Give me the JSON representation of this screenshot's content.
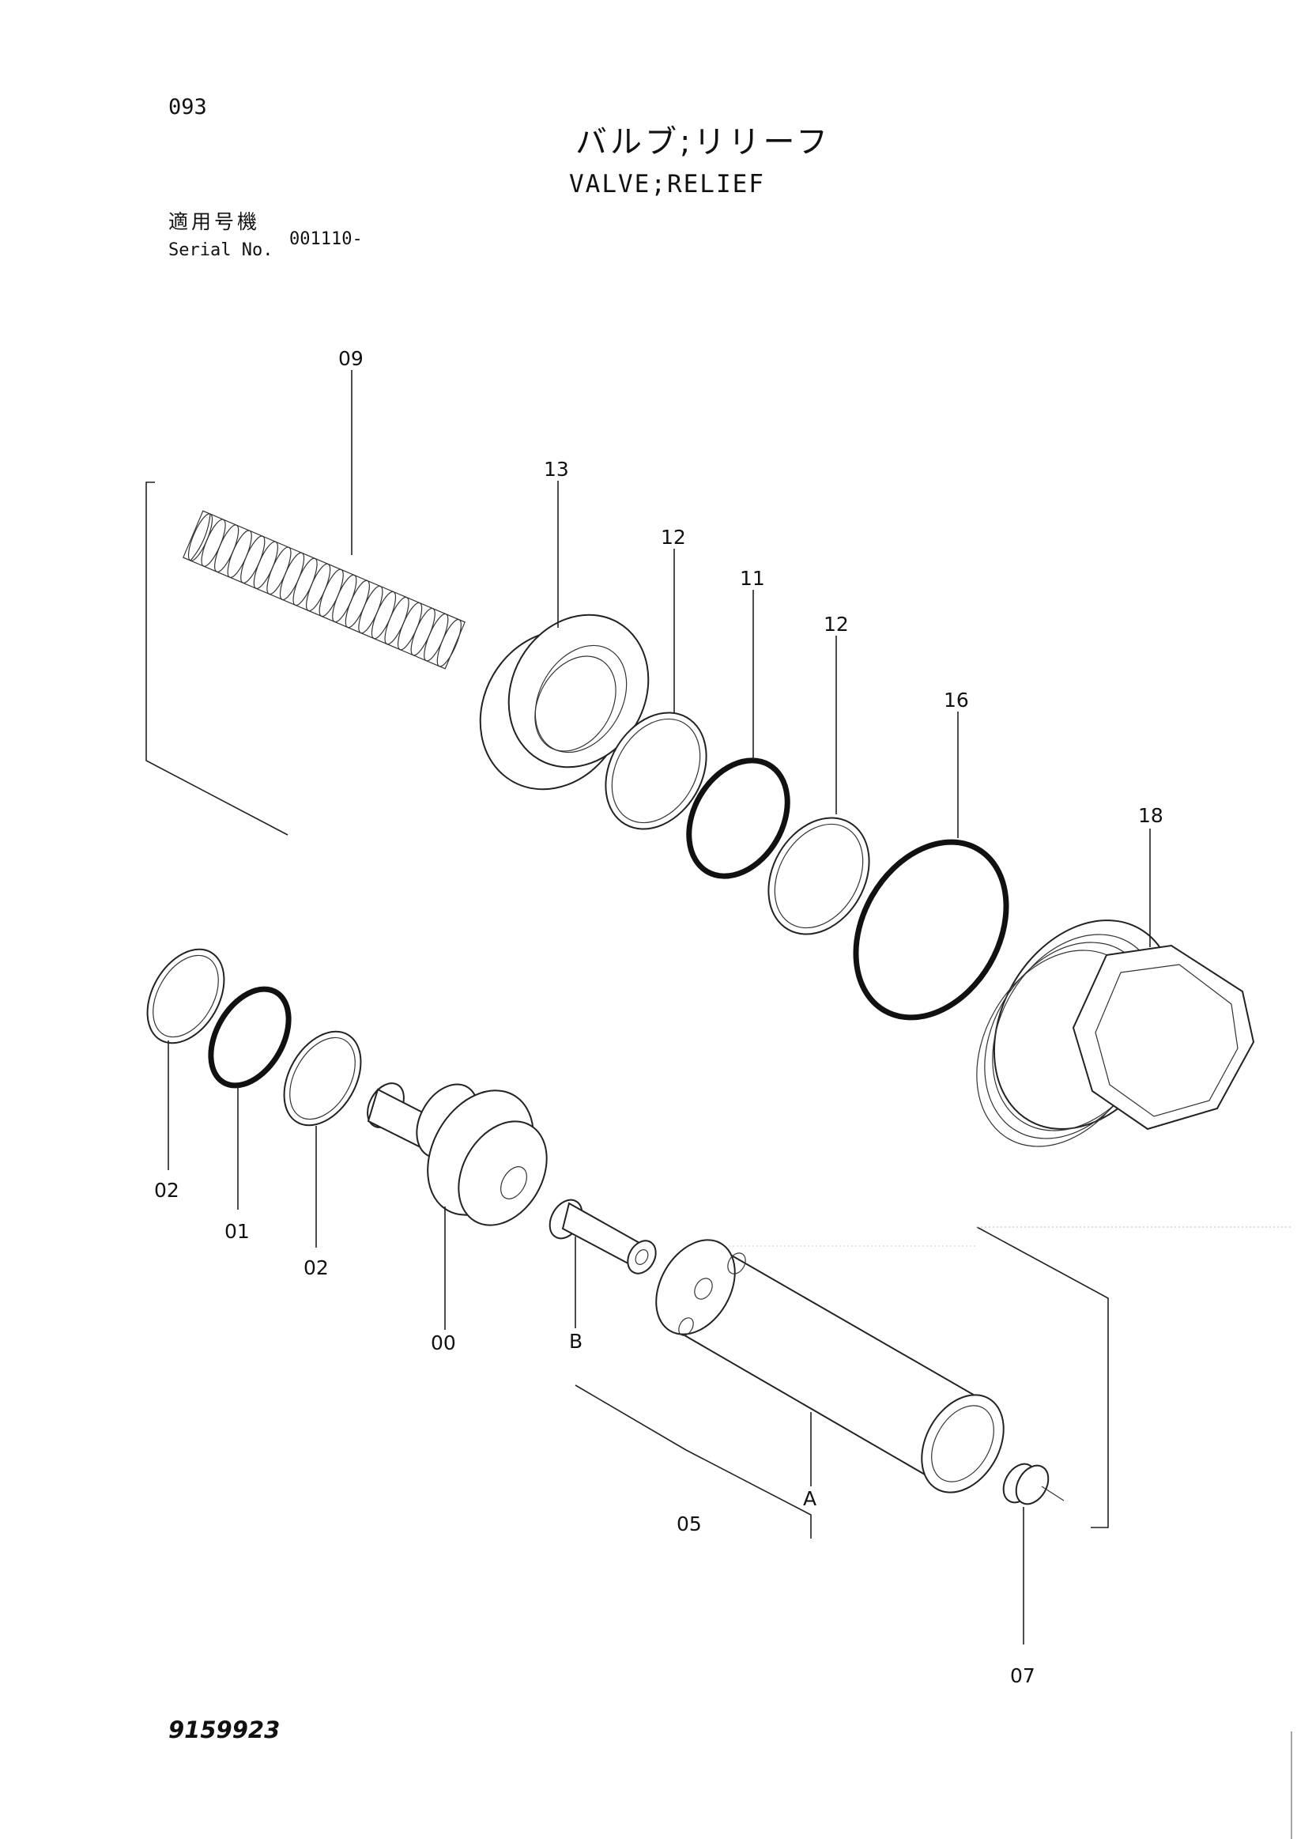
{
  "header": {
    "page_number": "093",
    "title_jp": "バルブ;リリーフ",
    "title_en": "VALVE;RELIEF"
  },
  "serial": {
    "label_jp": "適用号機",
    "label_en": "Serial No.",
    "value": "001110-"
  },
  "callouts": {
    "c09": "09",
    "c13": "13",
    "c12a": "12",
    "c11": "11",
    "c12b": "12",
    "c16": "16",
    "c18": "18",
    "c02a": "02",
    "c01": "01",
    "c02b": "02",
    "c00": "00",
    "cB": "B",
    "c05": "05",
    "cA": "A",
    "c07": "07"
  },
  "footer": {
    "document_number": "9159923"
  }
}
